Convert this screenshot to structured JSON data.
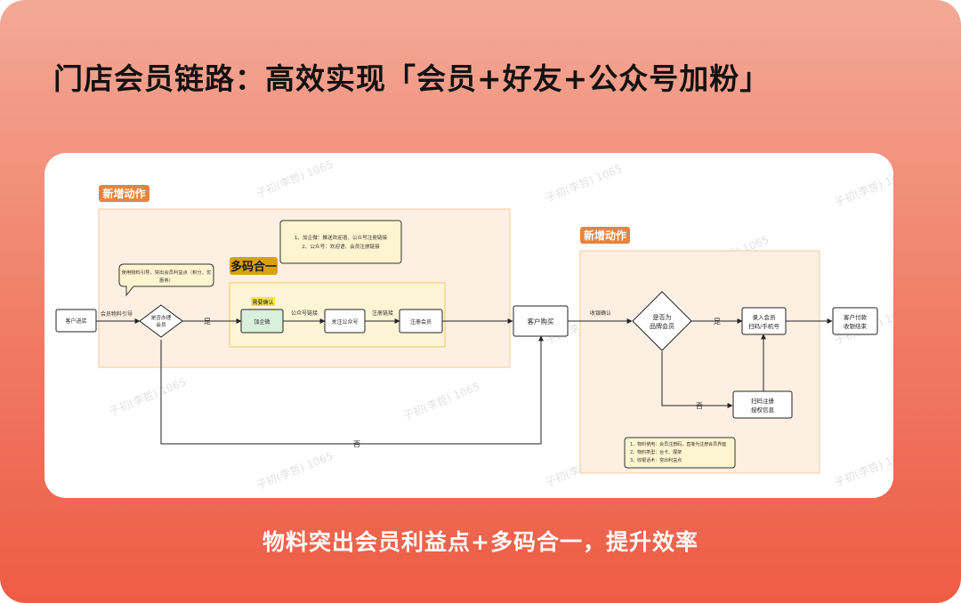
{
  "title": "门店会员链路：高效实现「会员+好友+公众号加粉」",
  "caption": "物料突出会员利益点+多码合一，提升效率",
  "watermark": "子初(李哲) 1065",
  "colors": {
    "tag_orange": "#e8843c",
    "tag_gold": "#d8a014",
    "region_fill": "#fdf0e2",
    "region_border": "#f3c99b",
    "note_fill": "#fdf5cf",
    "highlight_node": "#d9f0dc",
    "confirm_tag": "#f5e542"
  },
  "diagram": {
    "left_region_tag": "新增动作",
    "right_region_tag": "新增动作",
    "multi_code_tag": "多码合一",
    "confirm_tag": "需要确认",
    "nodes": {
      "customer_arrive": "客户进店",
      "decision_member": [
        "是否办理",
        "会员"
      ],
      "add_wecom": "加企微",
      "follow_oa": "关注公众号",
      "register_member": "注册会员",
      "customer_buy": "客户购买",
      "decision_brand": [
        "是否为",
        "品牌会员"
      ],
      "enter_member": [
        "录入会员",
        "扫码/手机号"
      ],
      "scan_register": [
        "扫码注册",
        "授权信息"
      ],
      "pay_end": [
        "客户付款",
        "收银结束"
      ]
    },
    "edges": {
      "material_guide": "会员物料引导",
      "yes_1": "是",
      "oa_link": "公众号链接",
      "register_link": "注册链接",
      "no_1": "否",
      "cashier_confirm": "收银确认",
      "yes_2": "是",
      "no_2": "否"
    },
    "notes": {
      "material_bubble": [
        "使用物料引导，突出会员利益点（积分、优",
        "惠券）"
      ],
      "push_note": [
        "1、加企微：推送欢迎语、公众号注册链接",
        "2、公众号：欢迎语、会员注册链接"
      ],
      "bottom_note": [
        "1、物料使用：会员注册码，直接为注册会员界面",
        "2、物料类型：台卡、展架",
        "3、收银话术：突出利益点"
      ]
    }
  }
}
